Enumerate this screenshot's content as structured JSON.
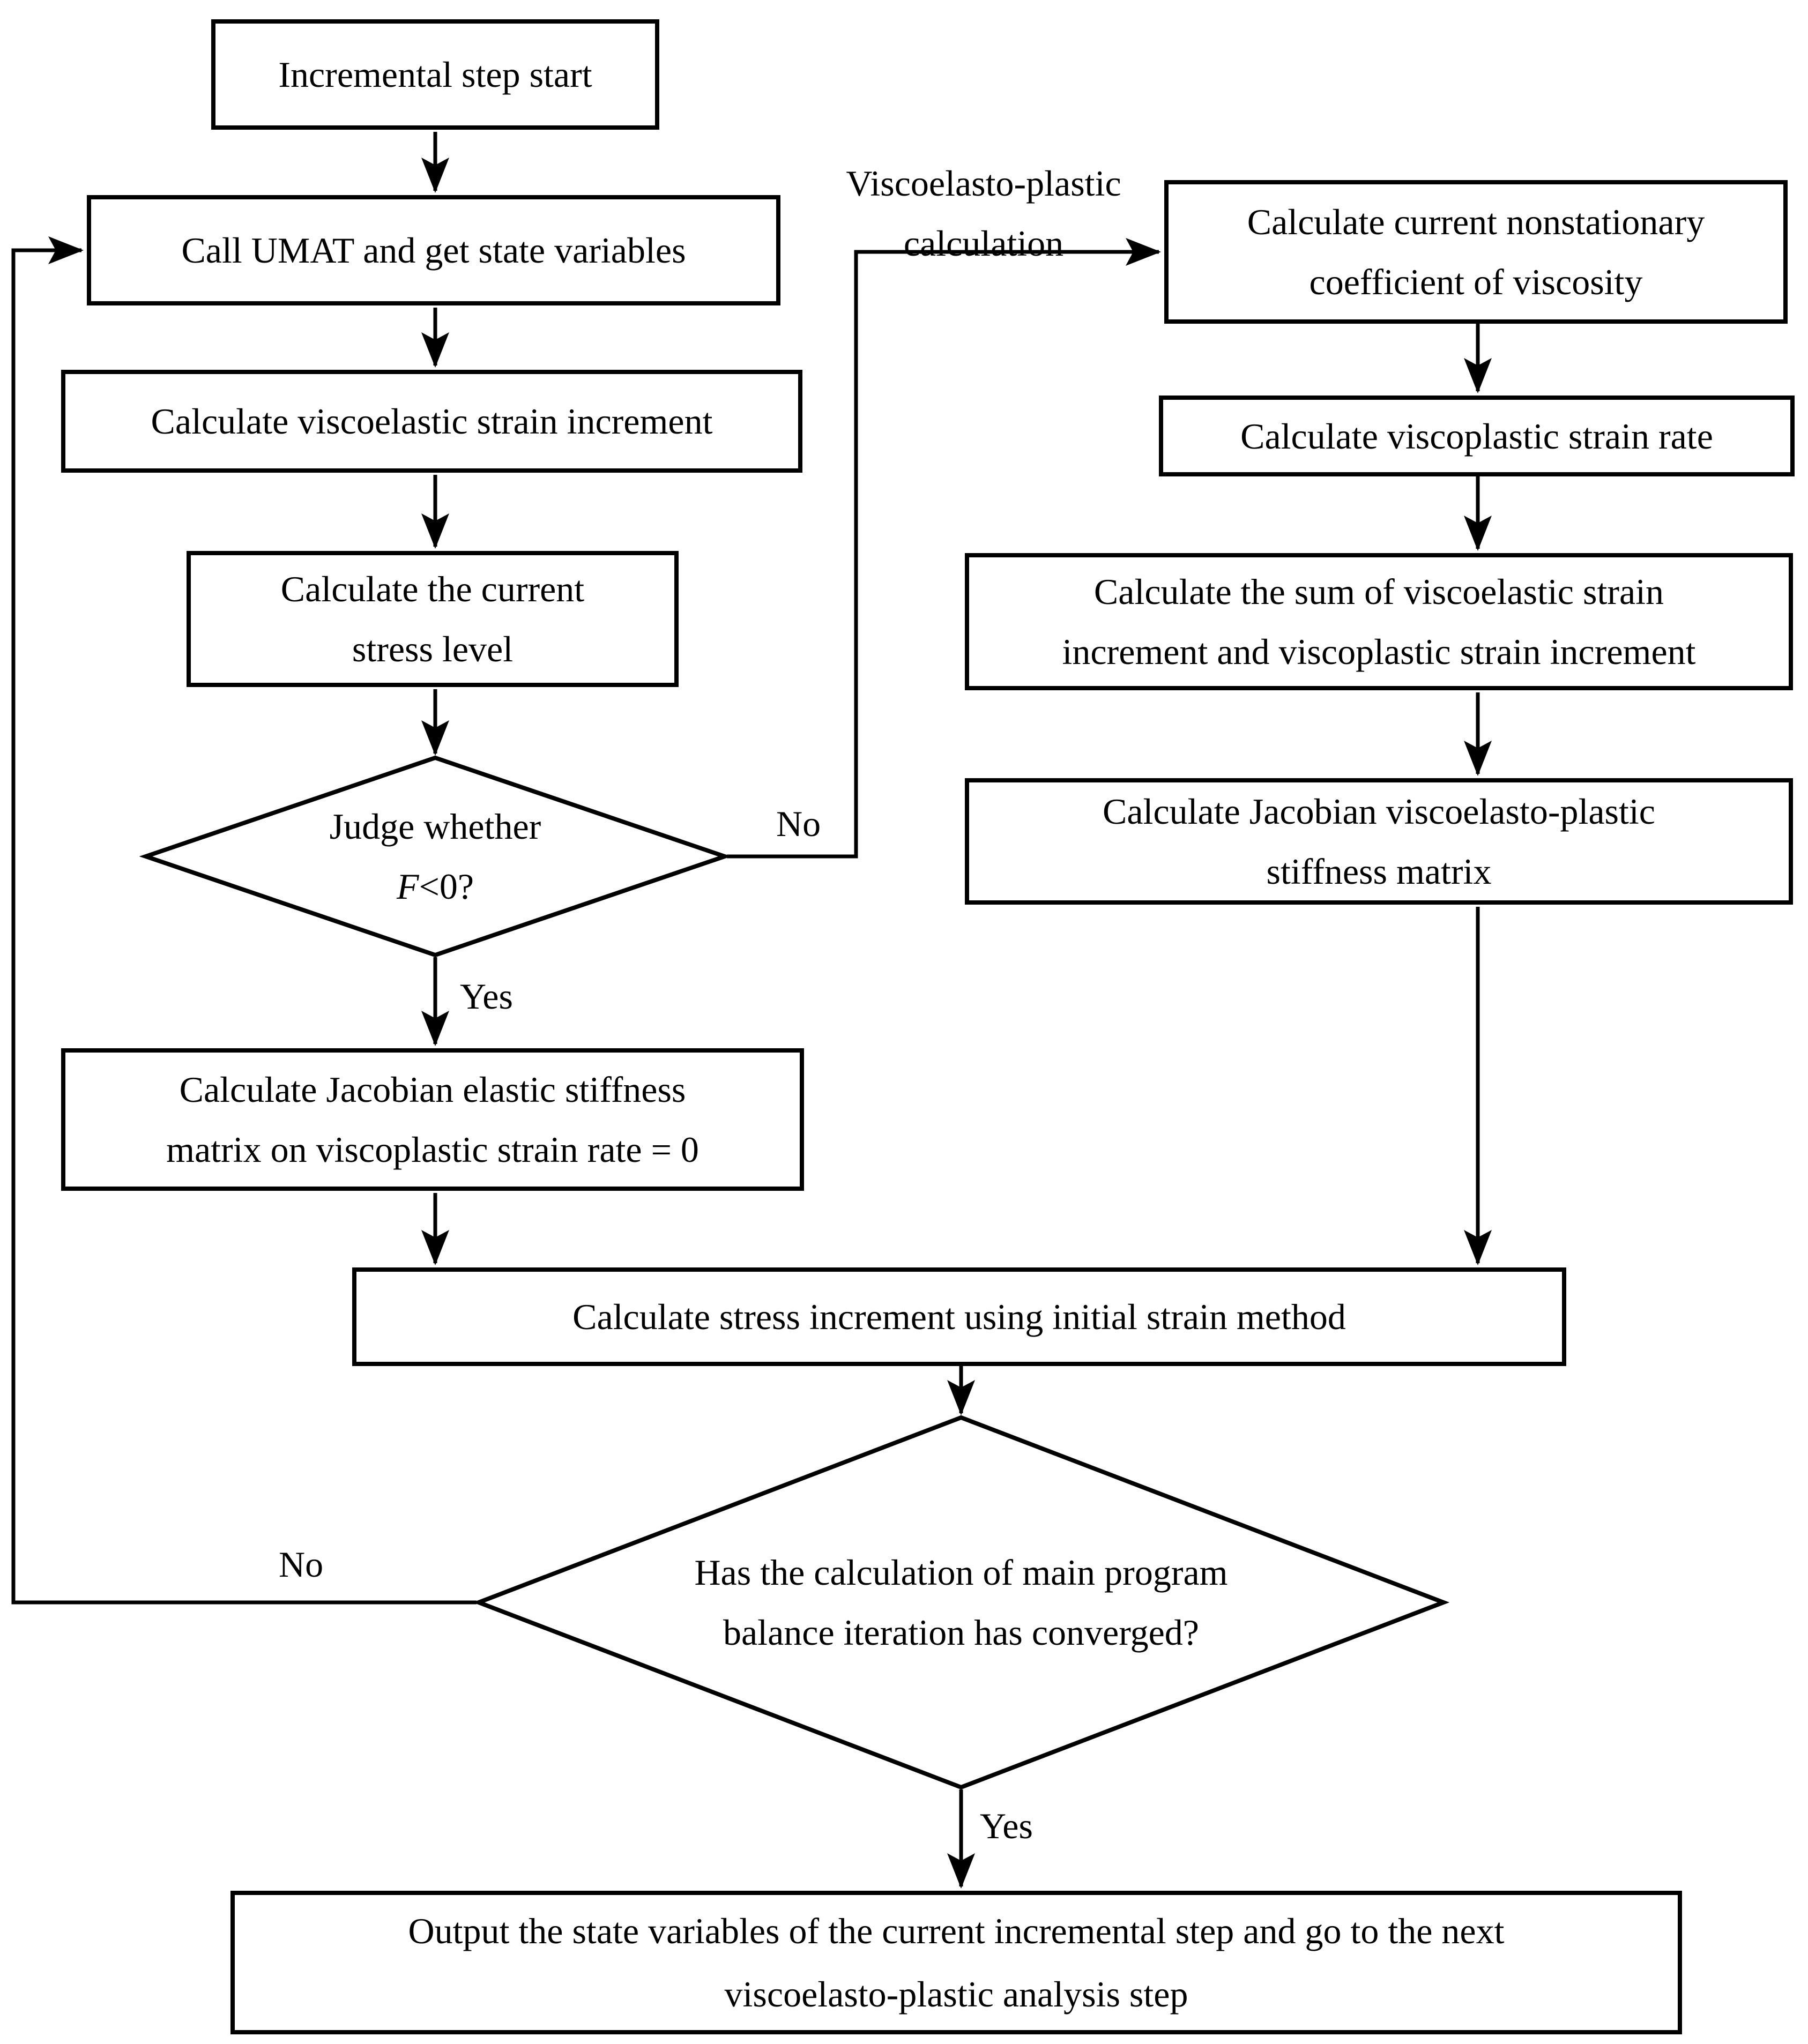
{
  "diagram": {
    "title": "UMAT viscoelasto-plastic incremental calculation flowchart",
    "colors": {
      "stroke": "#000000",
      "background": "#ffffff"
    },
    "nodes": {
      "start": {
        "label": "Incremental step start"
      },
      "call_umat": {
        "label": "Call UMAT and get state variables"
      },
      "ve_strain": {
        "label": "Calculate viscoelastic strain increment"
      },
      "stress_level": {
        "line1": "Calculate the current",
        "line2": "stress level"
      },
      "judge": {
        "line1": "Judge whether",
        "var": "F",
        "cond": "<0?"
      },
      "jacobian_elastic": {
        "line1": "Calculate Jacobian elastic stiffness",
        "line2": "matrix on viscoplastic strain rate = 0"
      },
      "nonstationary": {
        "line1": "Calculate current nonstationary",
        "line2": "coefficient of viscosity"
      },
      "vp_rate": {
        "label": "Calculate  viscoplastic strain rate"
      },
      "sum_strain": {
        "line1": "Calculate the sum of viscoelastic strain",
        "line2": "increment and viscoplastic strain increment"
      },
      "jacobian_vp": {
        "line1": "Calculate Jacobian viscoelasto-plastic",
        "line2": "stiffness matrix"
      },
      "stress_increment": {
        "label": "Calculate stress increment using  initial strain method"
      },
      "converged": {
        "line1": "Has the calculation of main program",
        "line2": "balance iteration has converged?"
      },
      "output": {
        "line1": "Output the state variables of the current incremental step and go to the next",
        "line2": "viscoelasto-plastic analysis step"
      }
    },
    "labels": {
      "branch": {
        "line1": "Viscoelasto-plastic",
        "line2": "calculation"
      },
      "judge_yes": "Yes",
      "judge_no": "No",
      "converged_yes": "Yes",
      "converged_no": "No"
    }
  }
}
